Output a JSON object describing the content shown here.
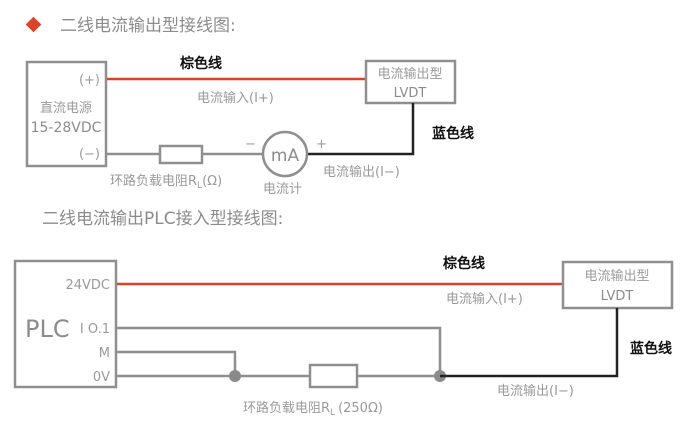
{
  "accent_color": "#d9442b",
  "diagram1": {
    "title": "二线电流输出型接线图:",
    "power_box": {
      "plus": "(+)",
      "name": "直流电源",
      "range": "15-28VDC",
      "minus": "(−)"
    },
    "brown_wire": "棕色线",
    "current_in": "电流输入(I+)",
    "lvdt_box": {
      "line1": "电流输出型",
      "line2": "LVDT"
    },
    "blue_wire": "蓝色线",
    "current_out": "电流输出(I−)",
    "meter": {
      "symbol": "mA",
      "label": "电流计",
      "minus": "−",
      "plus": "+"
    },
    "resistor_label": "环路负载电阻R",
    "resistor_sub": "L",
    "resistor_unit": "(Ω)"
  },
  "diagram2": {
    "title": "二线电流输出PLC接入型接线图:",
    "plc_box": {
      "name": "PLC",
      "terminals": [
        "24VDC",
        "I O.1",
        "M",
        "0V"
      ]
    },
    "brown_wire": "棕色线",
    "current_in": "电流输入(I+)",
    "lvdt_box": {
      "line1": "电流输出型",
      "line2": "LVDT"
    },
    "blue_wire": "蓝色线",
    "current_out": "电流输出(I−)",
    "resistor_label": "环路负载电阻R",
    "resistor_sub": "L",
    "resistor_unit": "(250Ω)"
  }
}
